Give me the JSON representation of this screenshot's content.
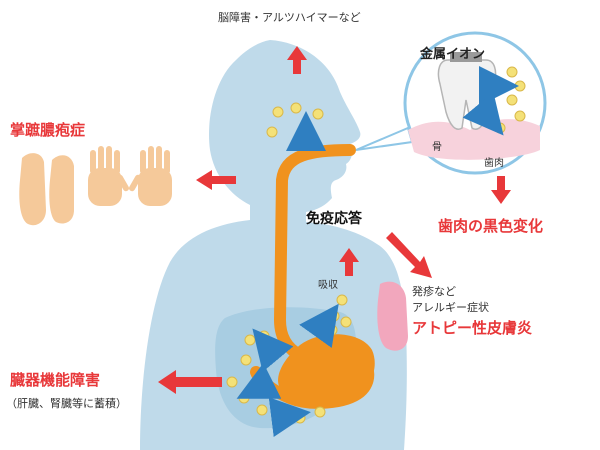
{
  "labels": {
    "brain": "脳障害・アルツハイマーなど",
    "palmoplantar": "掌蹠膿疱症",
    "metal_ions": "金属イオン",
    "bone": "骨",
    "gum": "歯肉",
    "gum_discolor": "歯肉の黒色変化",
    "immune": "免疫応答",
    "absorb": "吸収",
    "allergy_line1": "発疹など",
    "allergy_line2": "アレルギー症状",
    "atopic": "アトピー性皮膚炎",
    "organ": "臓器機能障害",
    "organ_sub": "（肝臓、腎臓等に蓄積）"
  },
  "colors": {
    "accent_red": "#e8383a",
    "body_blue": "#bfdaea",
    "organ_blue": "#a8cde2",
    "digestive_orange": "#f0921e",
    "ion_yellow": "#f4e178",
    "flow_blue": "#2f7fc1",
    "skin_tan": "#f5c99a",
    "rash_pink": "#f2a7bd"
  }
}
